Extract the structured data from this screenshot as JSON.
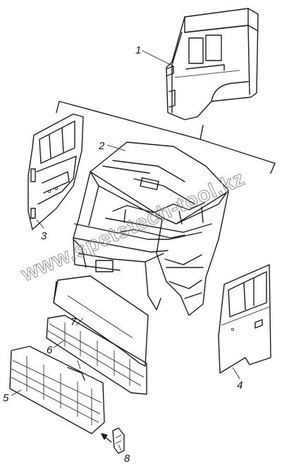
{
  "callouts": [
    {
      "id": "1",
      "label": "1"
    },
    {
      "id": "2",
      "label": "2"
    },
    {
      "id": "3",
      "label": "3"
    },
    {
      "id": "4",
      "label": "4"
    },
    {
      "id": "5",
      "label": "5"
    },
    {
      "id": "6",
      "label": "6"
    },
    {
      "id": "7",
      "label": "7"
    },
    {
      "id": "8",
      "label": "8"
    }
  ],
  "watermark": "www.spetstech-tool.kz"
}
